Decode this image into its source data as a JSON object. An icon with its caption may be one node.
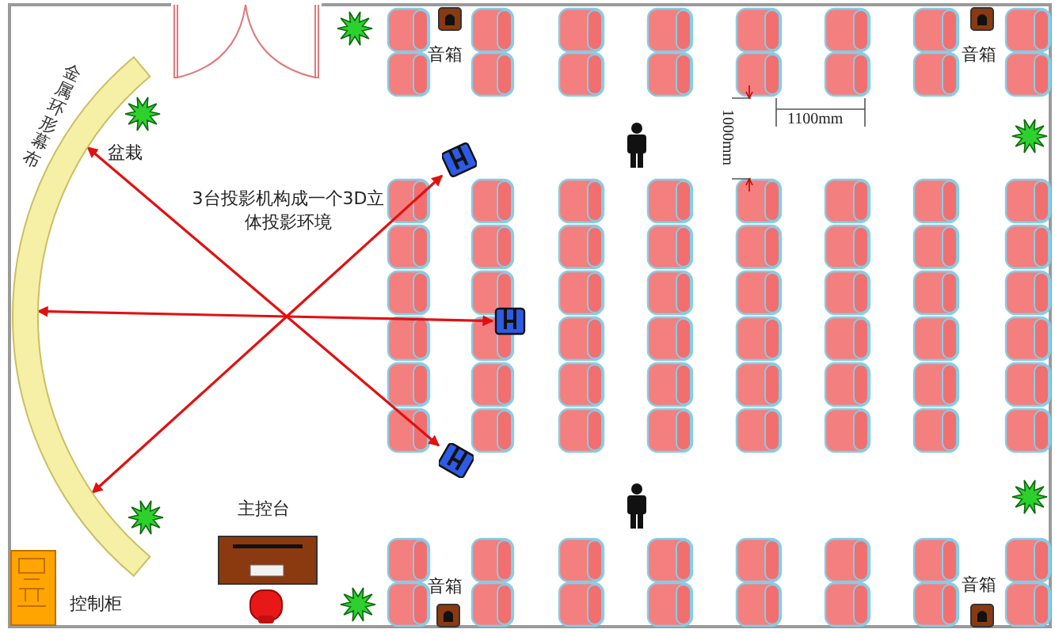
{
  "diagram": {
    "nodes": [
      {
        "text": [
          "金属环形幕布"
        ]
      },
      {
        "text": [],
        "shape": "picture"
      },
      {
        "text": [],
        "shape": "picture"
      },
      {
        "text": [],
        "shape": "picture"
      }
    ],
    "edges": [
      {
        "from": 1,
        "to": 0,
        "arrow": "both"
      },
      {
        "from": 2,
        "to": 0,
        "arrow": "both"
      },
      {
        "from": 3,
        "to": 0,
        "arrow": "both"
      }
    ],
    "labels": [
      "音箱",
      "音箱",
      "1100mm",
      "1000mm",
      "盆栽",
      "3台投影机构成一个3D立体投影环境",
      "主控台",
      "音箱",
      "音箱",
      "控制柜"
    ]
  }
}
